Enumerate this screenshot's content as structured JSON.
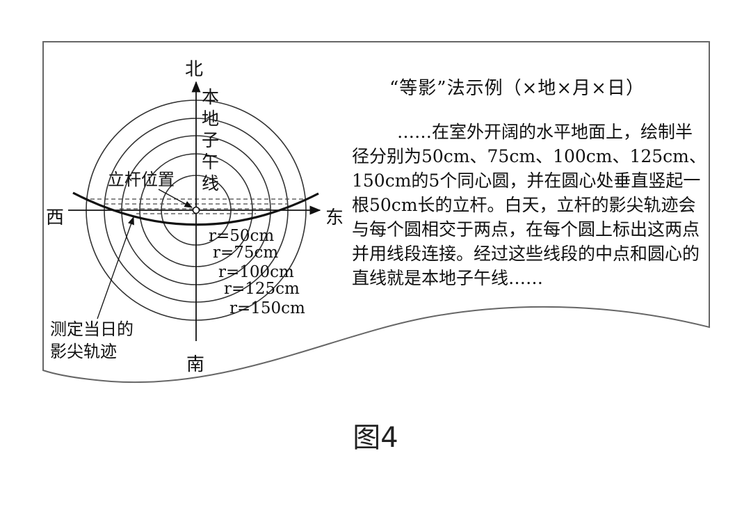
{
  "diagram": {
    "directions": {
      "north": "北",
      "south": "南",
      "west": "西",
      "east": "东"
    },
    "meridian_label": "本地子午线",
    "rod_label": "立杆位置",
    "shadow_label_line1": "测定当日的",
    "shadow_label_line2": "影尖轨迹",
    "radii": [
      "r=50cm",
      "r=75cm",
      "r=100cm",
      "r=125cm",
      "r=150cm"
    ]
  },
  "text": {
    "title": "“等影”法示例（×地×月×日）",
    "body": "……在室外开阔的水平地面上，绘制半径分别为50cm、75cm、100cm、125cm、150cm的5个同心圆，并在圆心处垂直竖起一根50cm长的立杆。白天，立杆的影尖轨迹会与每个圆相交于两点，在每个圆上标出这两点并用线段连接。经过这些线段的中点和圆心的直线就是本地子午线……"
  },
  "caption": "图4"
}
